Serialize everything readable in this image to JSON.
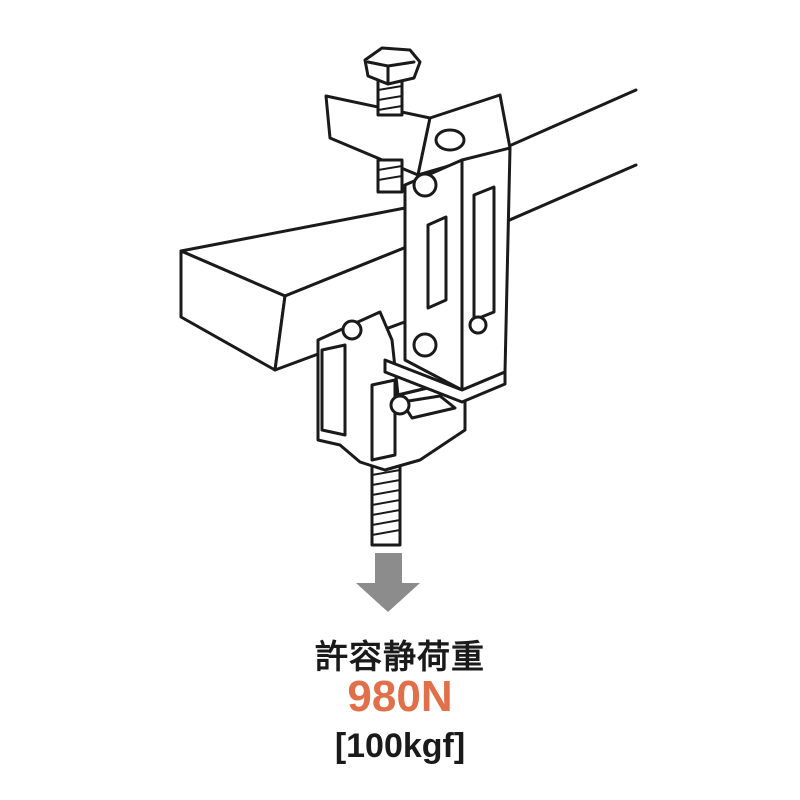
{
  "caption": {
    "title": "許容静荷重",
    "value": "980N",
    "value_alt": "[100kgf]"
  },
  "colors": {
    "value_accent": "#e0704a",
    "arrow": "#8c8c8c",
    "line": "#1a1a1a",
    "fill": "#ffffff"
  },
  "icons": {
    "load_arrow": "down-arrow-icon"
  }
}
